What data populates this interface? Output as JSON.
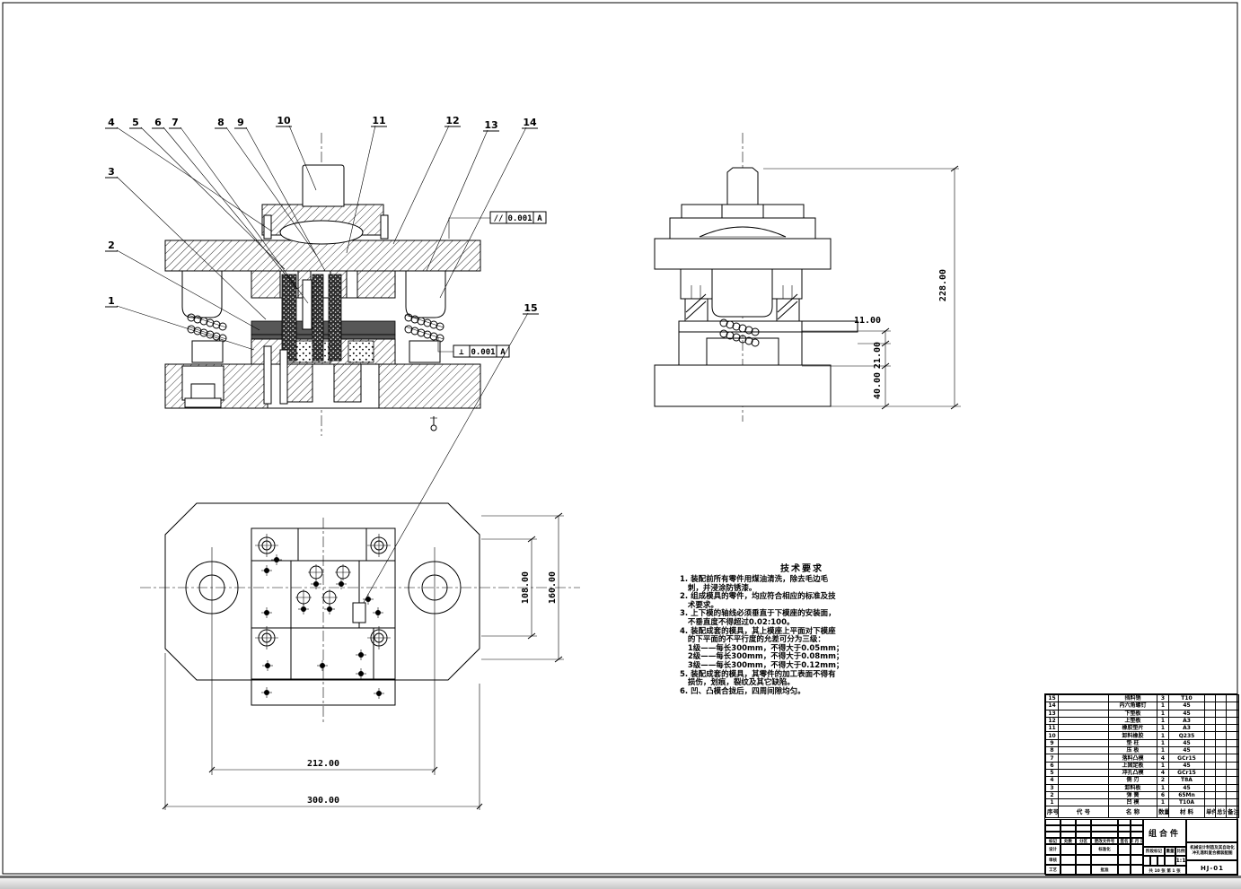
{
  "callouts": {
    "c1": "1",
    "c2": "2",
    "c3": "3",
    "c4": "4",
    "c5": "5",
    "c6": "6",
    "c7": "7",
    "c8": "8",
    "c9": "9",
    "c10": "10",
    "c11": "11",
    "c12": "12",
    "c13": "13",
    "c14": "14",
    "c15": "15"
  },
  "tolerance_frames": {
    "parallelism": {
      "symbol": "//",
      "value": "0.001",
      "datum": "A"
    },
    "perpendicularity": {
      "symbol": "⊥",
      "value": "0.001",
      "datum": "A"
    }
  },
  "dimensions": {
    "side_view": {
      "overall_height": "228.00",
      "d11": "11.00",
      "d21": "21.00",
      "d40": "40.00"
    },
    "plan_view": {
      "pitch": "212.00",
      "overall_width": "300.00",
      "inner_height": "108.00",
      "outer_height": "160.00"
    }
  },
  "tech_requirements": {
    "title": "技术要求",
    "lines": [
      "1. 装配前所有零件用煤油清洗，除去毛边毛",
      "   刺，并浸涂防锈漆。",
      "2. 组成模具的零件，均应符合相应的标准及技",
      "   术要求。",
      "3. 上下模的轴线必须垂直于下模座的安装面，",
      "   不垂直度不得超过0.02:100。",
      "4. 装配成套的模具，其上模座上平面对下模座",
      "   的下平面的不平行度的允差可分为三级：",
      "   1级——每长300mm，不得大于0.05mm；",
      "   2级——每长300mm，不得大于0.08mm；",
      "   3级——每长300mm，不得大于0.12mm；",
      "5. 装配成套的模具，其零件的加工表面不得有",
      "   损伤，划痕，裂纹及其它缺陷。",
      "6. 凹、凸模合拢后，四周间隙均匀。"
    ]
  },
  "parts_list": {
    "headers": {
      "seq": "序号",
      "code": "代 号",
      "name": "名 称",
      "qty": "数量",
      "material": "材 料",
      "unit_weight": "单件",
      "total_weight": "总计",
      "note": "备注"
    },
    "rows": [
      {
        "no": "15",
        "name": "挡料销",
        "qty": "3",
        "material": "T10"
      },
      {
        "no": "14",
        "name": "内六角螺钉",
        "qty": "1",
        "material": "45"
      },
      {
        "no": "13",
        "name": "下垫板",
        "qty": "1",
        "material": "45"
      },
      {
        "no": "12",
        "name": "上垫板",
        "qty": "1",
        "material": "A3"
      },
      {
        "no": "11",
        "name": "橡胶垫片",
        "qty": "1",
        "material": "A3"
      },
      {
        "no": "10",
        "name": "卸料橡胶",
        "qty": "1",
        "material": "Q235"
      },
      {
        "no": "9",
        "name": "垫 柱",
        "qty": "1",
        "material": "45"
      },
      {
        "no": "8",
        "name": "压 板",
        "qty": "1",
        "material": "45"
      },
      {
        "no": "7",
        "name": "落料凸模",
        "qty": "4",
        "material": "GCr15"
      },
      {
        "no": "6",
        "name": "上固定板",
        "qty": "1",
        "material": "45"
      },
      {
        "no": "5",
        "name": "冲孔凸模",
        "qty": "4",
        "material": "GCr15"
      },
      {
        "no": "4",
        "name": "侧 刃",
        "qty": "2",
        "material": "T8A"
      },
      {
        "no": "3",
        "name": "卸料板",
        "qty": "1",
        "material": "45"
      },
      {
        "no": "2",
        "name": "弹 簧",
        "qty": "6",
        "material": "65Mn"
      },
      {
        "no": "1",
        "name": "凹 模",
        "qty": "1",
        "material": "T10A"
      }
    ]
  },
  "title_block": {
    "part_title": "组合件",
    "labels": {
      "mark": "标记",
      "count": "处数",
      "zone": "分区",
      "change_doc": "更改文件号",
      "sign": "签名",
      "date": "年 月 日",
      "design": "设计",
      "check": "审核",
      "process": "工艺",
      "standardize": "标准化",
      "approve": "批准",
      "stage_mark": "阶段标记",
      "weight": "重量",
      "scale": "比例"
    },
    "scale_value": "1:1",
    "sheet_info": "共 10 张  第 1 张",
    "org_line1": "机械设计制造及其自动化",
    "org_line2": "冲孔落料复合模装配图",
    "drawing_no": "HJ-01"
  }
}
